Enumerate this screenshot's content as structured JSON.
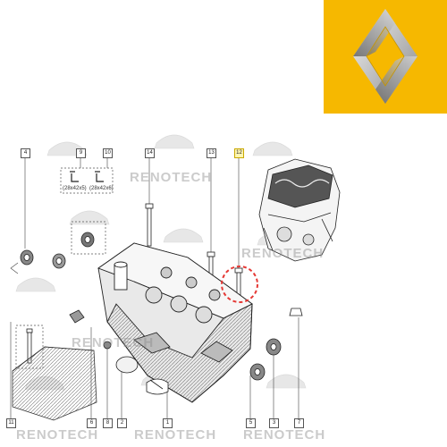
{
  "brand": {
    "logo_icon": "renault-diamond-icon",
    "logo_background": "#f6b800",
    "watermark": "RENOTECH"
  },
  "highlight_color": "#e53935",
  "callouts": {
    "c4": "4",
    "c9": "9",
    "c10": "10",
    "c14": "14",
    "c13": "13",
    "c12": "12",
    "c11": "11",
    "c6": "6",
    "c8": "8",
    "c2": "2",
    "c1": "1",
    "c5": "5",
    "c3": "3",
    "c7": "7"
  },
  "seal_sizes": {
    "left": "(28x42x5)",
    "right": "(28x42x6)"
  }
}
